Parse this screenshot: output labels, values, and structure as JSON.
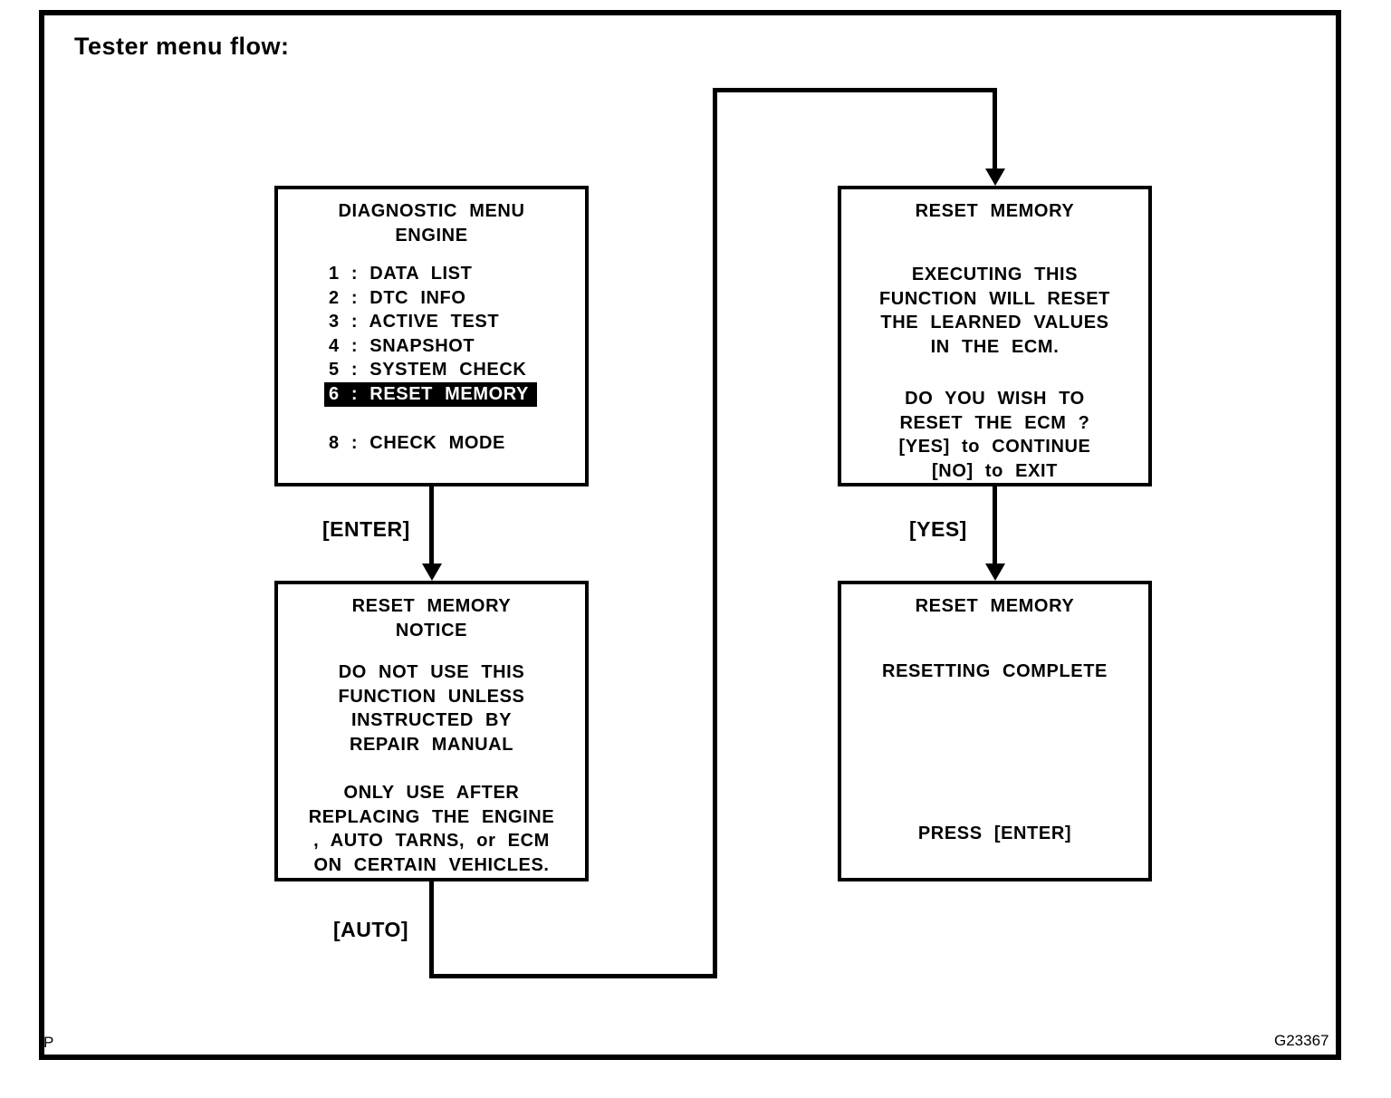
{
  "colors": {
    "ink": "#000000",
    "paper": "#ffffff",
    "highlight_bg": "#000000",
    "highlight_fg": "#ffffff"
  },
  "page": {
    "title": "Tester menu flow:",
    "page_marker": "P",
    "figure_code": "G23367"
  },
  "flow": {
    "connector_labels": {
      "enter": "[ENTER]",
      "yes": "[YES]",
      "auto": "[AUTO]"
    },
    "diagnostic_menu": {
      "heading": [
        "DIAGNOSTIC MENU",
        "ENGINE"
      ],
      "items": [
        {
          "label": "1 : DATA LIST",
          "highlighted": false
        },
        {
          "label": "2 : DTC INFO",
          "highlighted": false
        },
        {
          "label": "3 : ACTIVE TEST",
          "highlighted": false
        },
        {
          "label": "4 : SNAPSHOT",
          "highlighted": false
        },
        {
          "label": "5 : SYSTEM CHECK",
          "highlighted": false
        },
        {
          "label": "6 : RESET MEMORY",
          "highlighted": true
        },
        {
          "label": "8 : CHECK MODE",
          "highlighted": false
        }
      ]
    },
    "reset_memory_confirm": {
      "heading": [
        "RESET MEMORY"
      ],
      "body1": [
        "EXECUTING THIS",
        "FUNCTION WILL RESET",
        "THE LEARNED VALUES",
        "IN THE ECM."
      ],
      "body2": [
        "DO YOU WISH TO",
        "RESET THE ECM ?",
        "[YES] to CONTINUE",
        "[NO] to EXIT"
      ]
    },
    "reset_memory_notice": {
      "heading": [
        "RESET MEMORY",
        "NOTICE"
      ],
      "body1": [
        "DO NOT USE THIS",
        "FUNCTION UNLESS",
        "INSTRUCTED BY",
        "REPAIR MANUAL"
      ],
      "body2": [
        "ONLY USE AFTER",
        "REPLACING THE ENGINE",
        ", AUTO TARNS, or ECM",
        "ON CERTAIN VEHICLES."
      ]
    },
    "reset_memory_complete": {
      "heading": [
        "RESET MEMORY"
      ],
      "status": "RESETTING COMPLETE",
      "prompt": "PRESS [ENTER]"
    }
  }
}
